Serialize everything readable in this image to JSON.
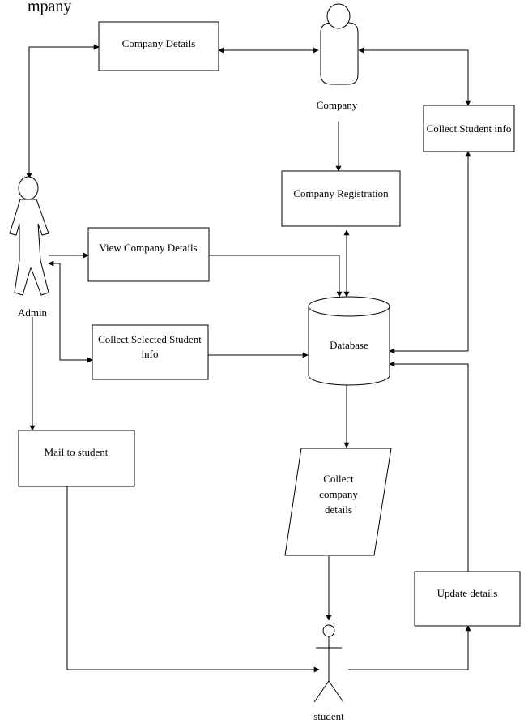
{
  "diagram": {
    "title_fragment": "mpany",
    "actors": {
      "company": "Company",
      "admin": "Admin",
      "student": "student"
    },
    "processes": {
      "company_details": "Company Details",
      "collect_student_info": "Collect Student info",
      "company_registration": "Company Registration",
      "view_company_details": "View Company Details",
      "collect_selected_line1": "Collect Selected Student",
      "collect_selected_line2": "info",
      "mail_to_student": "Mail to student",
      "update_details": "Update details"
    },
    "database": "Database",
    "data_output": {
      "line1": "Collect",
      "line2": "company",
      "line3": "details"
    }
  }
}
